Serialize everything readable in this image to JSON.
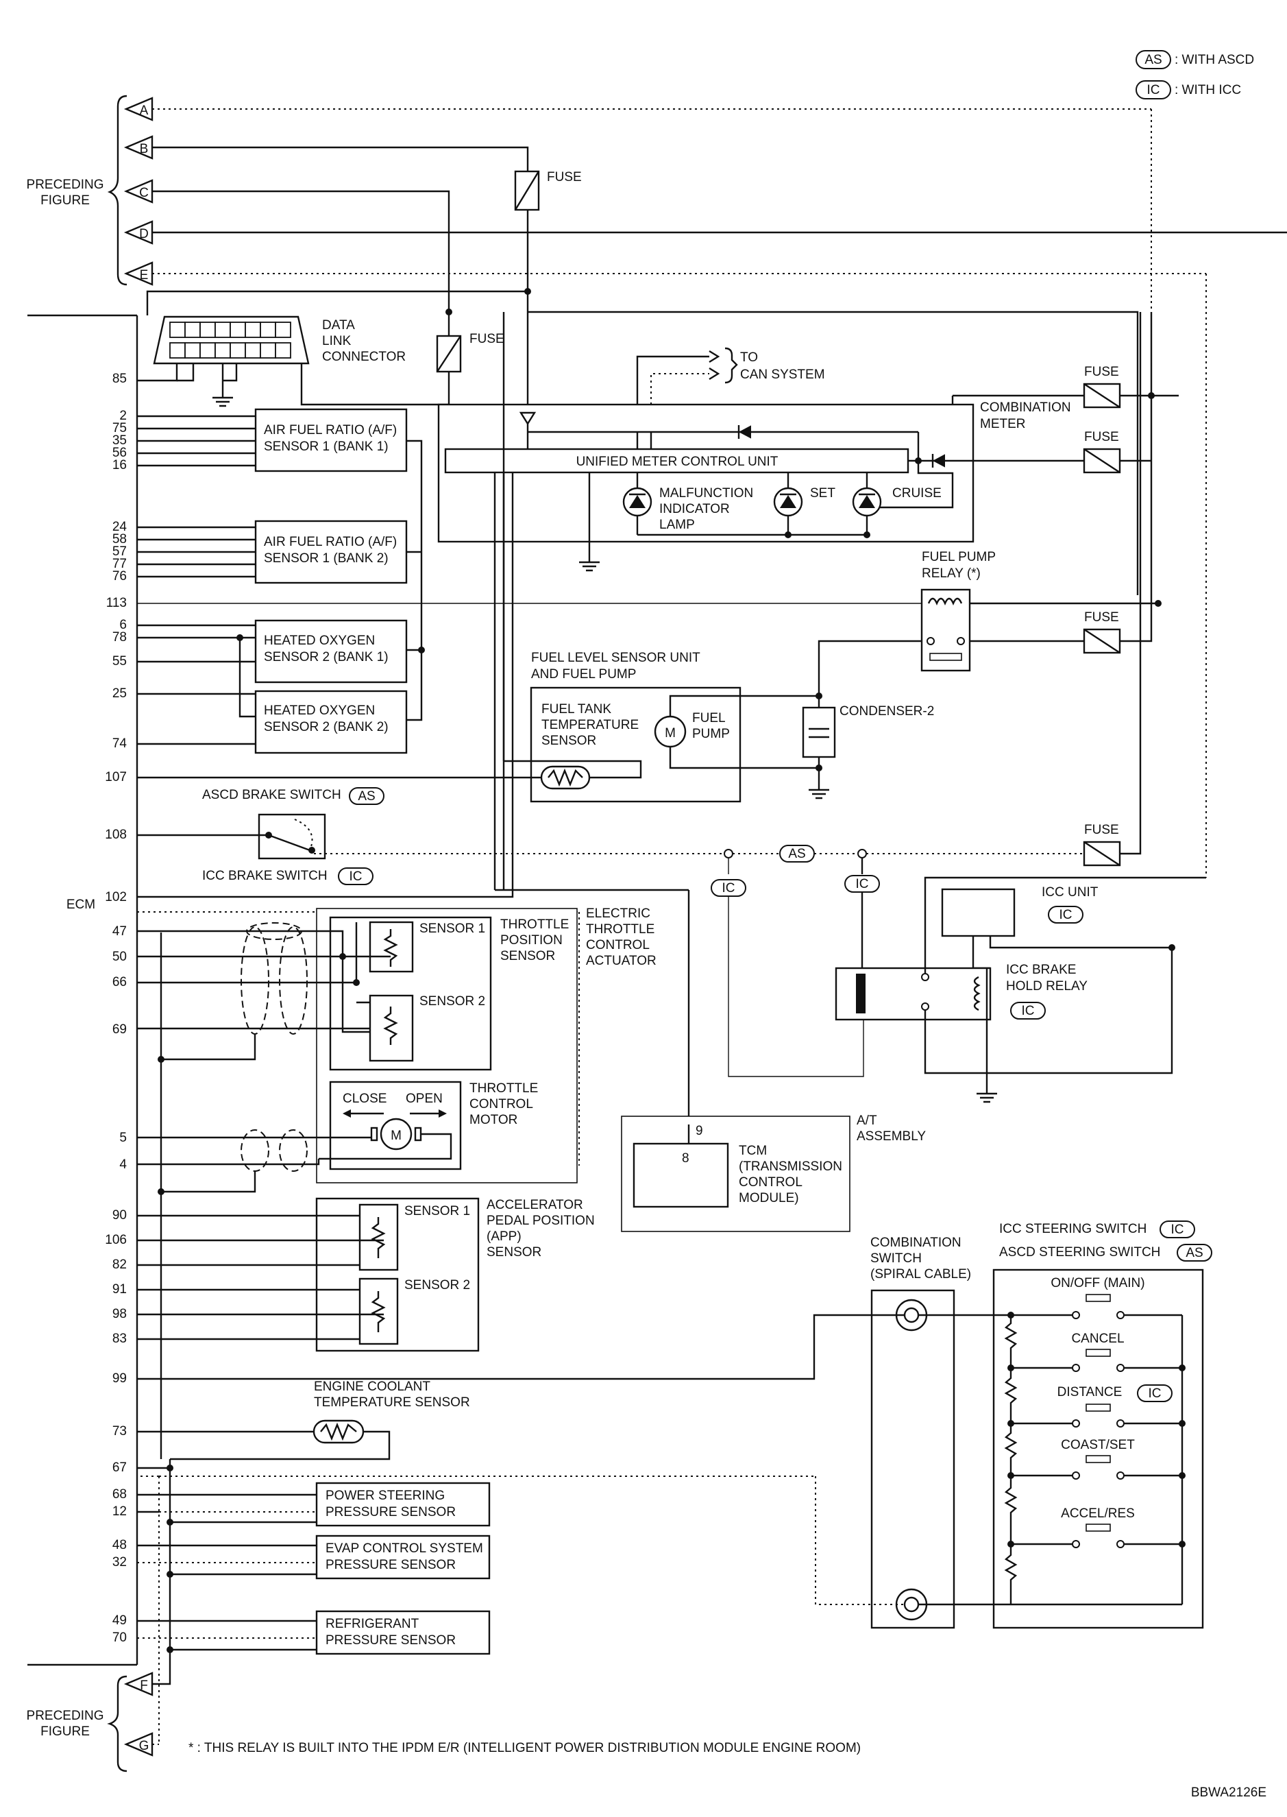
{
  "legend": {
    "as_code": "AS",
    "as_text": ": WITH ASCD",
    "ic_code": "IC",
    "ic_text": ": WITH ICC"
  },
  "connectors": {
    "preceding_top": [
      "PRECEDING",
      "FIGURE"
    ],
    "preceding_bottom": [
      "PRECEDING",
      "FIGURE"
    ],
    "top_labels": [
      "A",
      "B",
      "C",
      "D",
      "E"
    ],
    "bottom_labels": [
      "F",
      "G"
    ]
  },
  "fuse_label": "FUSE",
  "data_link_connector": [
    "DATA",
    "LINK",
    "CONNECTOR"
  ],
  "can_system": [
    "TO",
    "CAN SYSTEM"
  ],
  "combination_meter": [
    "COMBINATION",
    "METER"
  ],
  "unified_meter": "UNIFIED METER CONTROL UNIT",
  "lamps": {
    "malfunction": [
      "MALFUNCTION",
      "INDICATOR",
      "LAMP"
    ],
    "set": "SET",
    "cruise": "CRUISE"
  },
  "sensors": {
    "af_bank1": [
      "AIR FUEL RATIO (A/F)",
      "SENSOR 1 (BANK 1)"
    ],
    "af_bank2": [
      "AIR FUEL RATIO (A/F)",
      "SENSOR 1 (BANK 2)"
    ],
    "ho2_bank1": [
      "HEATED OXYGEN",
      "SENSOR 2 (BANK 1)"
    ],
    "ho2_bank2": [
      "HEATED OXYGEN",
      "SENSOR 2 (BANK 2)"
    ],
    "fuel_level_unit": [
      "FUEL LEVEL SENSOR UNIT",
      "AND FUEL PUMP"
    ],
    "fuel_tank_temp": [
      "FUEL TANK",
      "TEMPERATURE",
      "SENSOR"
    ],
    "fuel_pump": [
      "FUEL",
      "PUMP"
    ],
    "fuel_pump_relay": [
      "FUEL PUMP",
      "RELAY (*)"
    ],
    "condenser": "CONDENSER-2",
    "ascd_brake": "ASCD BRAKE SWITCH",
    "icc_brake": "ICC BRAKE SWITCH",
    "ecm": "ECM",
    "throttle_position": [
      "THROTTLE",
      "POSITION",
      "SENSOR"
    ],
    "electric_throttle": [
      "ELECTRIC",
      "THROTTLE",
      "CONTROL",
      "ACTUATOR"
    ],
    "sensor1": "SENSOR 1",
    "sensor2": "SENSOR 2",
    "throttle_motor": [
      "THROTTLE",
      "CONTROL",
      "MOTOR"
    ],
    "close": "CLOSE",
    "open": "OPEN",
    "motor": "M",
    "icc_unit": "ICC UNIT",
    "icc_brake_hold": [
      "ICC BRAKE",
      "HOLD RELAY"
    ],
    "at_assembly": [
      "A/T",
      "ASSEMBLY"
    ],
    "tcm": [
      "TCM",
      "(TRANSMISSION",
      "CONTROL",
      "MODULE)"
    ],
    "app_sensor": [
      "ACCELERATOR",
      "PEDAL POSITION",
      "(APP)",
      "SENSOR"
    ],
    "combination_switch": [
      "COMBINATION",
      "SWITCH",
      "(SPIRAL CABLE)"
    ],
    "icc_steering": "ICC STEERING SWITCH",
    "ascd_steering": "ASCD STEERING SWITCH",
    "steering_buttons": [
      "ON/OFF (MAIN)",
      "CANCEL",
      "DISTANCE",
      "COAST/SET",
      "ACCEL/RES"
    ],
    "engine_coolant": [
      "ENGINE COOLANT",
      "TEMPERATURE SENSOR"
    ],
    "power_steering": [
      "POWER STEERING",
      "PRESSURE SENSOR"
    ],
    "evap": [
      "EVAP CONTROL SYSTEM",
      "PRESSURE SENSOR"
    ],
    "refrigerant": [
      "REFRIGERANT",
      "PRESSURE SENSOR"
    ]
  },
  "tcm_pins": [
    "9",
    "8"
  ],
  "ecm_pins": [
    "85",
    "2",
    "75",
    "35",
    "56",
    "16",
    "24",
    "58",
    "57",
    "77",
    "76",
    "113",
    "6",
    "78",
    "55",
    "25",
    "74",
    "107",
    "108",
    "102",
    "47",
    "50",
    "66",
    "69",
    "5",
    "4",
    "90",
    "106",
    "82",
    "91",
    "98",
    "83",
    "99",
    "73",
    "67",
    "68",
    "12",
    "48",
    "32",
    "49",
    "70"
  ],
  "footnote": "* : THIS RELAY IS BUILT INTO THE IPDM E/R (INTELLIGENT POWER DISTRIBUTION MODULE ENGINE ROOM)",
  "diagram_code": "BBWA2126E"
}
